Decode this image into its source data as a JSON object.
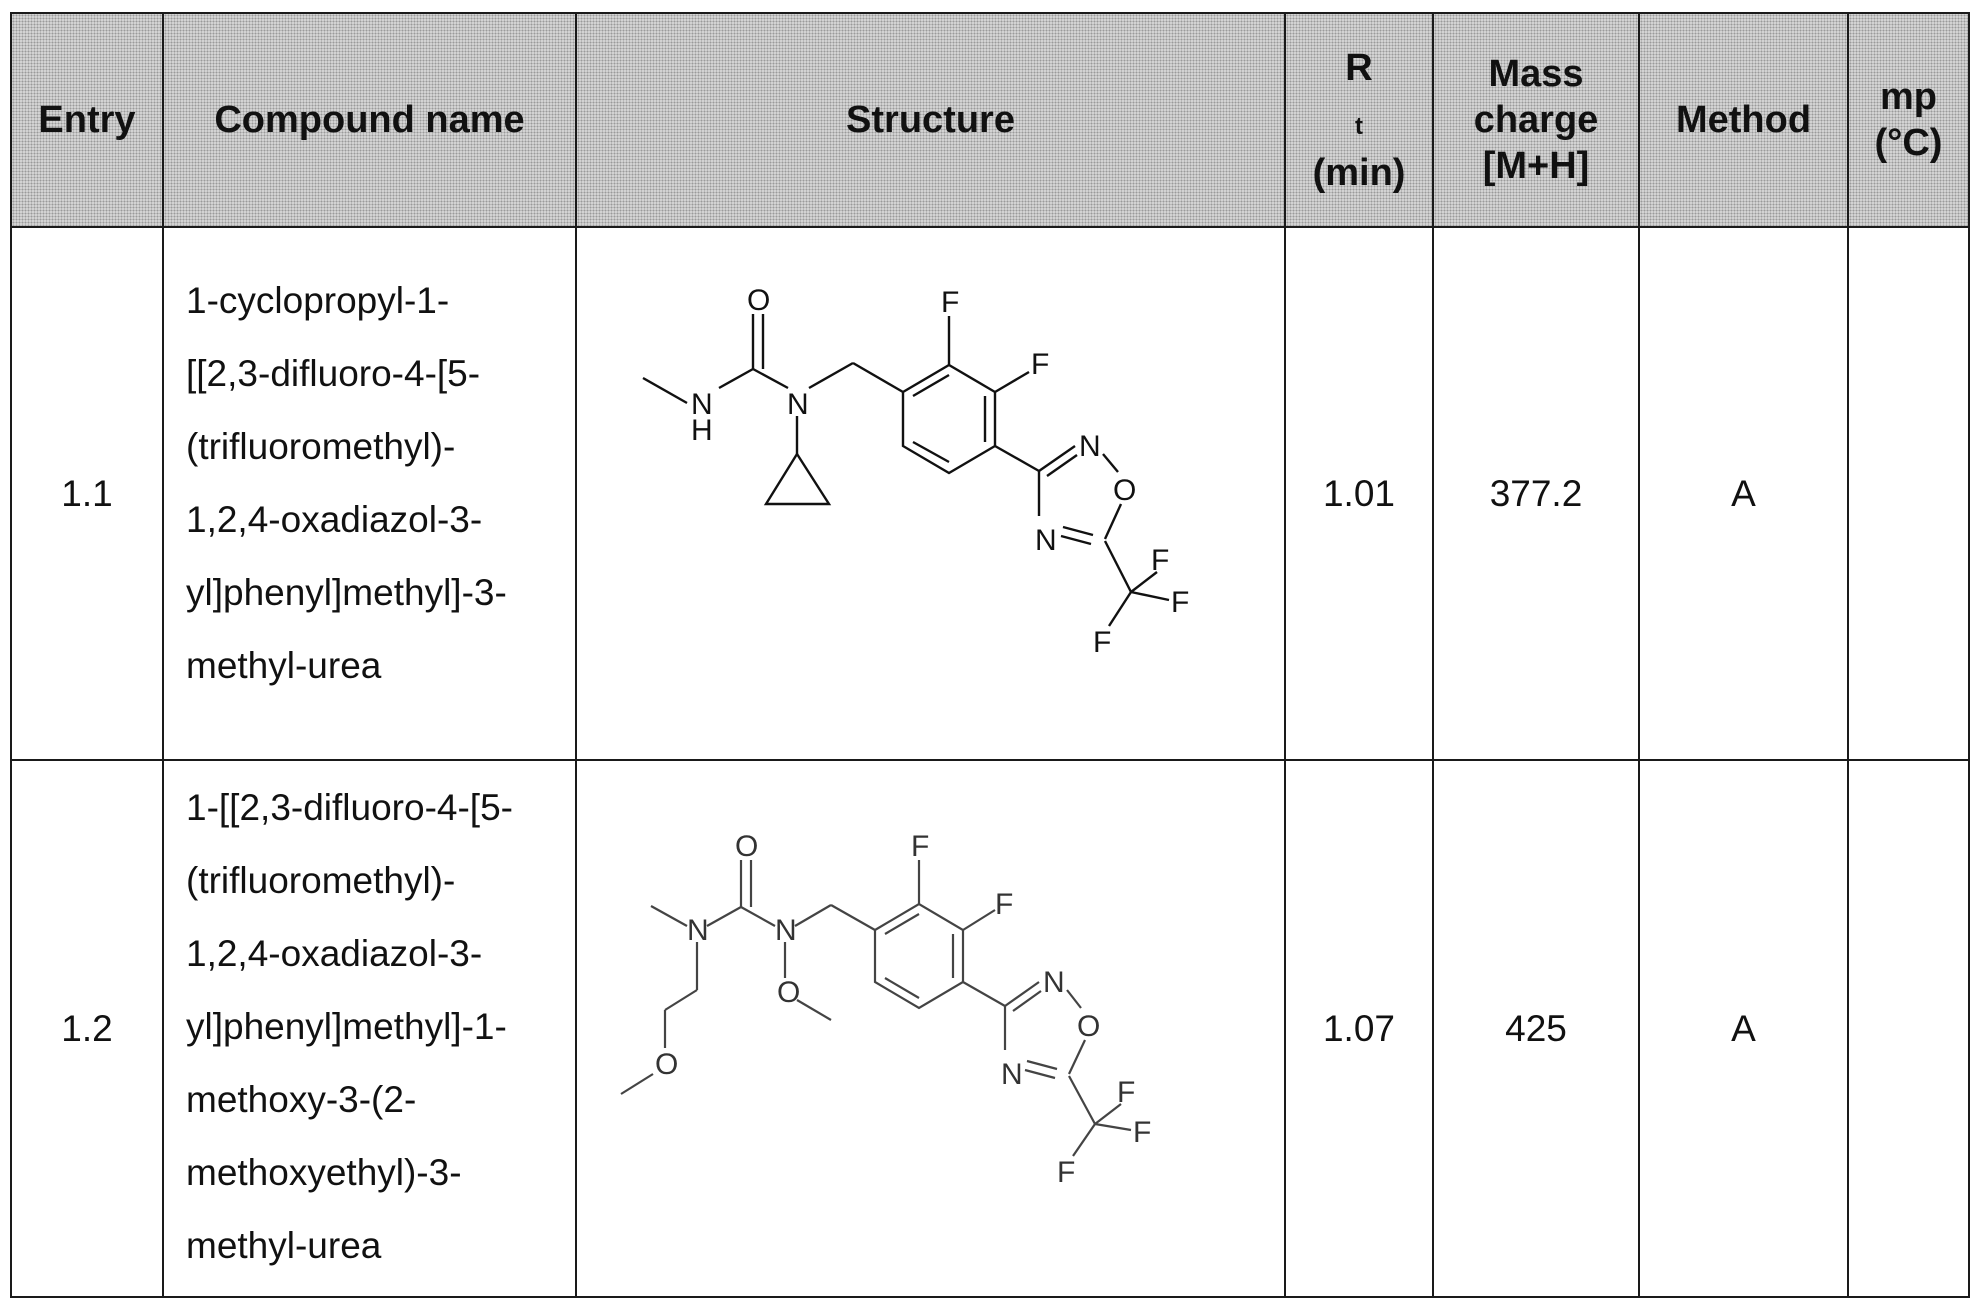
{
  "table": {
    "headers": {
      "entry": "Entry",
      "compound_name": "Compound name",
      "structure": "Structure",
      "rt_symbol": "R",
      "rt_sub": "t",
      "rt_unit": "(min)",
      "mass_line1": "Mass",
      "mass_line2": "charge",
      "mass_line3": "[M+H]",
      "method": "Method",
      "mp_line1": "mp",
      "mp_line2": "(°C)"
    },
    "rows": [
      {
        "entry": "1.1",
        "name_lines": [
          "1-cyclopropyl-1-",
          "[[2,3-difluoro-4-[5-",
          "(trifluoromethyl)-",
          "1,2,4-oxadiazol-3-",
          "yl]phenyl]methyl]-3-",
          "methyl-urea"
        ],
        "structure_atoms": [
          "O",
          "N",
          "H",
          "N",
          "F",
          "F",
          "N",
          "O",
          "N",
          "F",
          "F",
          "F"
        ],
        "rt": "1.01",
        "mass": "377.2",
        "method": "A",
        "mp": ""
      },
      {
        "entry": "1.2",
        "name_lines": [
          "1-[[2,3-difluoro-4-[5-",
          "(trifluoromethyl)-",
          "1,2,4-oxadiazol-3-",
          "yl]phenyl]methyl]-1-",
          "methoxy-3-(2-",
          "methoxyethyl)-3-",
          "methyl-urea"
        ],
        "structure_atoms": [
          "O",
          "N",
          "N",
          "O",
          "O",
          "F",
          "F",
          "N",
          "O",
          "N",
          "F",
          "F",
          "F"
        ],
        "rt": "1.07",
        "mass": "425",
        "method": "A",
        "mp": ""
      }
    ]
  }
}
